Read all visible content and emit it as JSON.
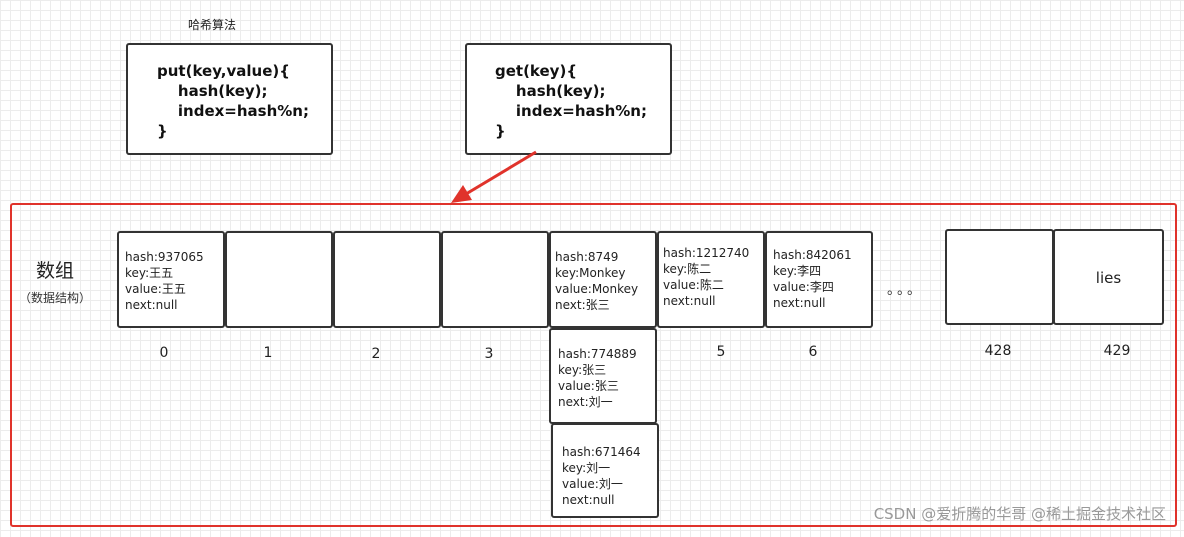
{
  "title": "哈希算法",
  "put_box": {
    "lines": [
      "put(key,value){",
      "    hash(key);",
      "    index=hash%n;",
      "}"
    ]
  },
  "get_box": {
    "lines": [
      "get(key){",
      "    hash(key);",
      "    index=hash%n;",
      "}"
    ]
  },
  "array": {
    "label": "数组",
    "sublabel": "（数据结构）",
    "ellipsis": "。。。",
    "cells": [
      {
        "index": "0",
        "lines": [
          "hash:937065",
          "key:王五",
          "value:王五",
          "next:null"
        ]
      },
      {
        "index": "1",
        "lines": []
      },
      {
        "index": "2",
        "lines": []
      },
      {
        "index": "3",
        "lines": []
      },
      {
        "index": "",
        "lines": [
          "hash:8749",
          "key:Monkey",
          "value:Monkey",
          "next:张三"
        ]
      },
      {
        "index": "5",
        "lines": [
          "hash:1212740",
          "key:陈二",
          "value:陈二",
          "next:null"
        ]
      },
      {
        "index": "6",
        "lines": [
          "hash:842061",
          "key:李四",
          "value:李四",
          "next:null"
        ]
      },
      {
        "index": "428",
        "lines": []
      },
      {
        "index": "429",
        "text": "lies"
      }
    ],
    "chain": [
      {
        "lines": [
          "hash:774889",
          "key:张三",
          "value:张三",
          "next:刘一"
        ]
      },
      {
        "lines": [
          "hash:671464",
          "key:刘一",
          "value:刘一",
          "next:null"
        ]
      }
    ]
  },
  "colors": {
    "frame": "#e0332b",
    "arrow": "#e0332b"
  },
  "watermark": "CSDN @爱折腾的华哥 @稀土掘金技术社区"
}
